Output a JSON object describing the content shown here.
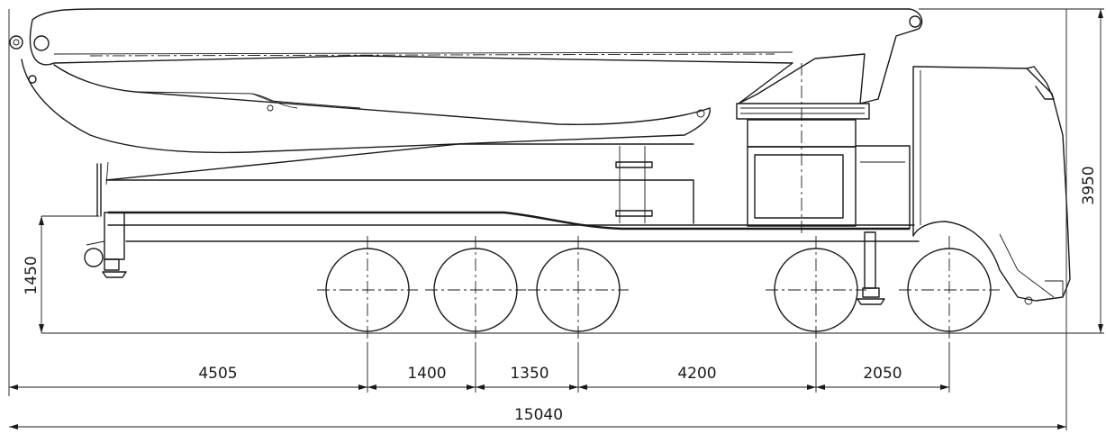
{
  "dimensions": {
    "spans": [
      "4505",
      "1400",
      "1350",
      "4200",
      "2050"
    ],
    "overall_length": "15040",
    "overall_height": "3950",
    "outrigger_height": "1450"
  }
}
